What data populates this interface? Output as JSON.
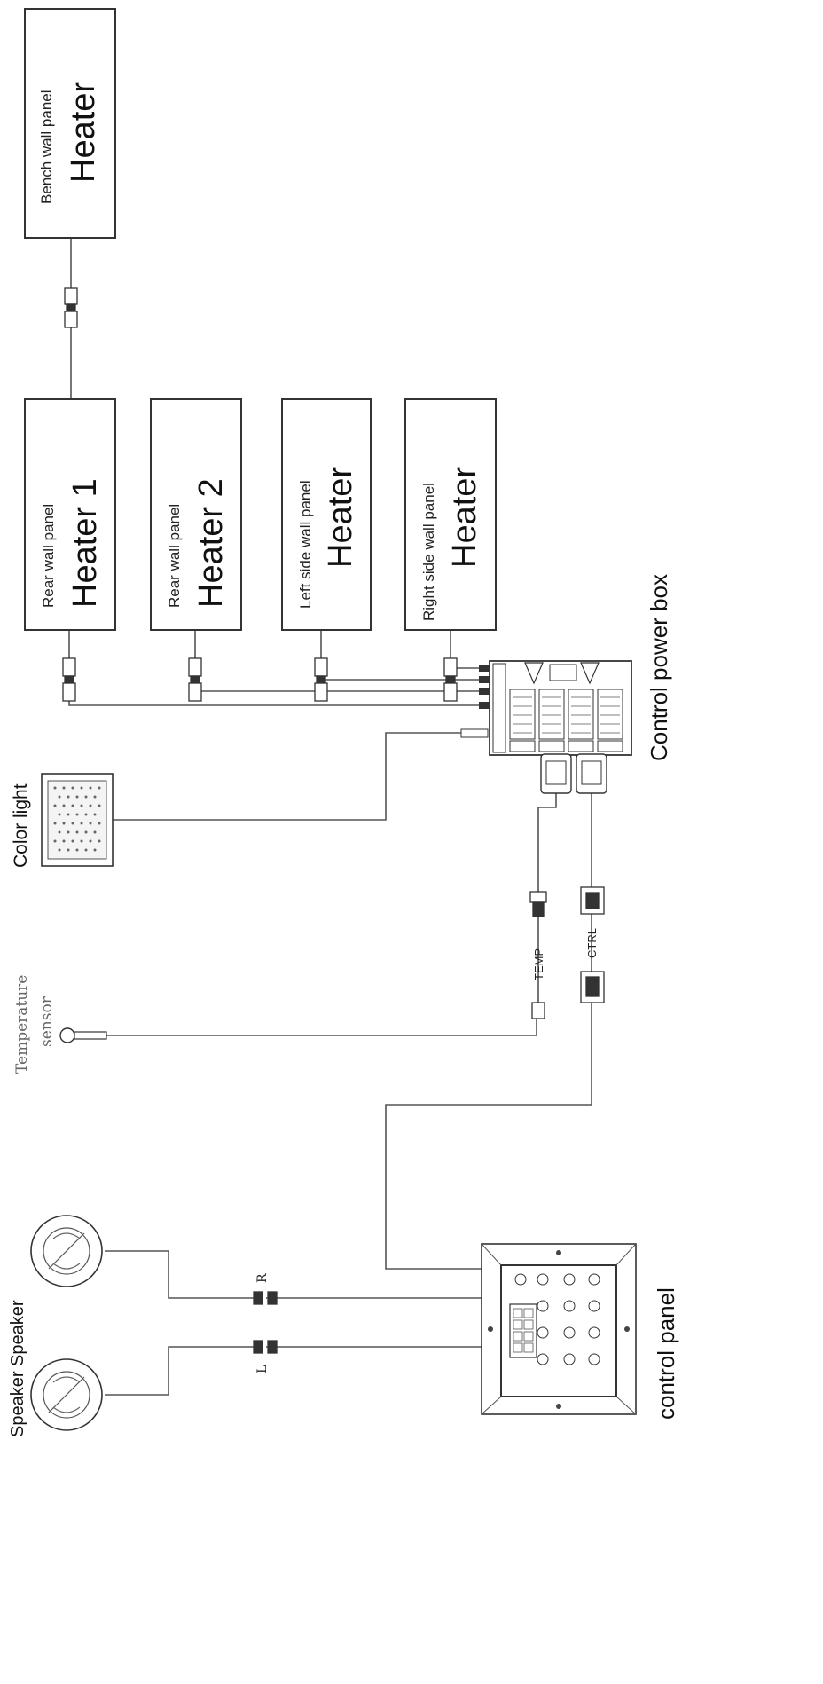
{
  "heaters": [
    {
      "line1": "Bench wall panel",
      "line2": "Heater"
    },
    {
      "line1": "Rear wall panel",
      "line2": "Heater 1"
    },
    {
      "line1": "Rear wall panel",
      "line2": "Heater 2"
    },
    {
      "line1": "Left side wall panel",
      "line2": "Heater"
    },
    {
      "line1": "Right side wall panel",
      "line2": "Heater"
    }
  ],
  "control_power_box": {
    "label": "Control power box"
  },
  "color_light": {
    "label": "Color  light"
  },
  "temperature_sensor": {
    "line1": "Temperature",
    "line2": "sensor"
  },
  "connectors": {
    "temp": "TEMP",
    "ctrl": "CTRL"
  },
  "speakers": {
    "label": "Speaker Speaker",
    "left": "L",
    "right": "R"
  },
  "control_panel": {
    "label": "control panel"
  }
}
